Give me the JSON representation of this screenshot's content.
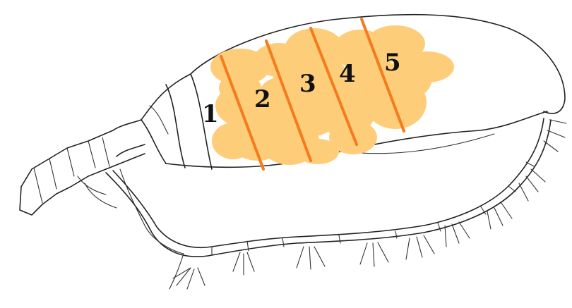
{
  "colors": {
    "egg_fill": "#fdcd7a",
    "division_line": "#f47c1c",
    "outline": "#222222"
  },
  "segments": [
    {
      "label": "1"
    },
    {
      "label": "2"
    },
    {
      "label": "3"
    },
    {
      "label": "4"
    },
    {
      "label": "5"
    }
  ]
}
